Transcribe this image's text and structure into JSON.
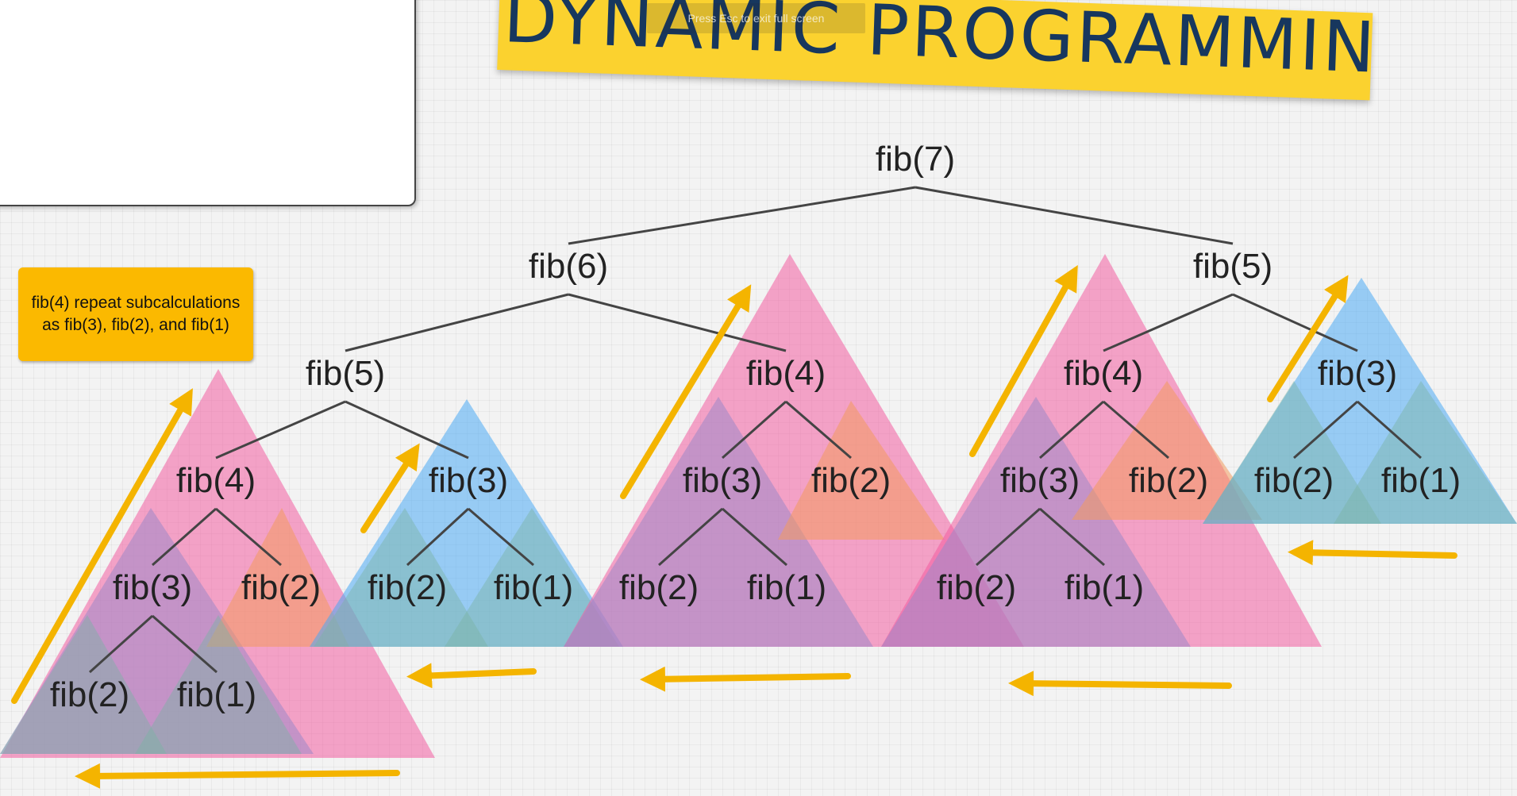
{
  "title": "DYNAMIC PROGRAMMING",
  "fullscreen_hint": "Press Esc to exit full screen",
  "note": "fib(4) repeat subcalculations as fib(3), fib(2), and fib(1)",
  "colors": {
    "banner": "#fbd22f",
    "title_text": "#17375e",
    "note": "#fbb900",
    "pink": "#f35ca0",
    "blue": "#4aaaf4",
    "orange": "#f39a5e",
    "purple": "#9c88c8",
    "teal": "#7bb4a3",
    "arrow": "#f4b400"
  },
  "tree": {
    "nodes": [
      {
        "id": "n7",
        "label": "fib(7)"
      },
      {
        "id": "n6",
        "label": "fib(6)"
      },
      {
        "id": "n5a",
        "label": "fib(5)"
      },
      {
        "id": "n5b",
        "label": "fib(5)"
      },
      {
        "id": "n4a",
        "label": "fib(4)"
      },
      {
        "id": "n3a",
        "label": "fib(3)"
      },
      {
        "id": "n4b",
        "label": "fib(4)"
      },
      {
        "id": "n4c",
        "label": "fib(4)"
      },
      {
        "id": "n3b",
        "label": "fib(3)"
      },
      {
        "id": "n3c",
        "label": "fib(3)"
      },
      {
        "id": "n2a",
        "label": "fib(2)"
      },
      {
        "id": "n2b",
        "label": "fib(2)"
      },
      {
        "id": "n1b",
        "label": "fib(1)"
      },
      {
        "id": "n3d",
        "label": "fib(3)"
      },
      {
        "id": "n2c",
        "label": "fib(2)"
      },
      {
        "id": "n3e",
        "label": "fib(3)"
      },
      {
        "id": "n2d",
        "label": "fib(2)"
      },
      {
        "id": "n2e",
        "label": "fib(2)"
      },
      {
        "id": "n1e",
        "label": "fib(1)"
      },
      {
        "id": "n2f",
        "label": "fib(2)"
      },
      {
        "id": "n1f",
        "label": "fib(1)"
      },
      {
        "id": "n2g",
        "label": "fib(2)"
      },
      {
        "id": "n1g",
        "label": "fib(1)"
      },
      {
        "id": "n2h",
        "label": "fib(2)"
      },
      {
        "id": "n1h",
        "label": "fib(1)"
      }
    ],
    "edges": [
      [
        "n7",
        "n6"
      ],
      [
        "n7",
        "n5b"
      ],
      [
        "n6",
        "n5a"
      ],
      [
        "n6",
        "n4b"
      ],
      [
        "n5b",
        "n4c"
      ],
      [
        "n5b",
        "n3b"
      ],
      [
        "n5a",
        "n4a"
      ],
      [
        "n5a",
        "n3a"
      ],
      [
        "n4a",
        "n3c"
      ],
      [
        "n4a",
        "n2a"
      ],
      [
        "n3c",
        "n2h"
      ],
      [
        "n3c",
        "n1h"
      ],
      [
        "n3a",
        "n2b"
      ],
      [
        "n3a",
        "n1b"
      ],
      [
        "n4b",
        "n3d"
      ],
      [
        "n4b",
        "n2c"
      ],
      [
        "n3d",
        "n2f"
      ],
      [
        "n3d",
        "n1f"
      ],
      [
        "n4c",
        "n3e"
      ],
      [
        "n4c",
        "n2d"
      ],
      [
        "n3e",
        "n2g"
      ],
      [
        "n3e",
        "n1g"
      ],
      [
        "n3b",
        "n2e"
      ],
      [
        "n3b",
        "n1e"
      ]
    ]
  }
}
